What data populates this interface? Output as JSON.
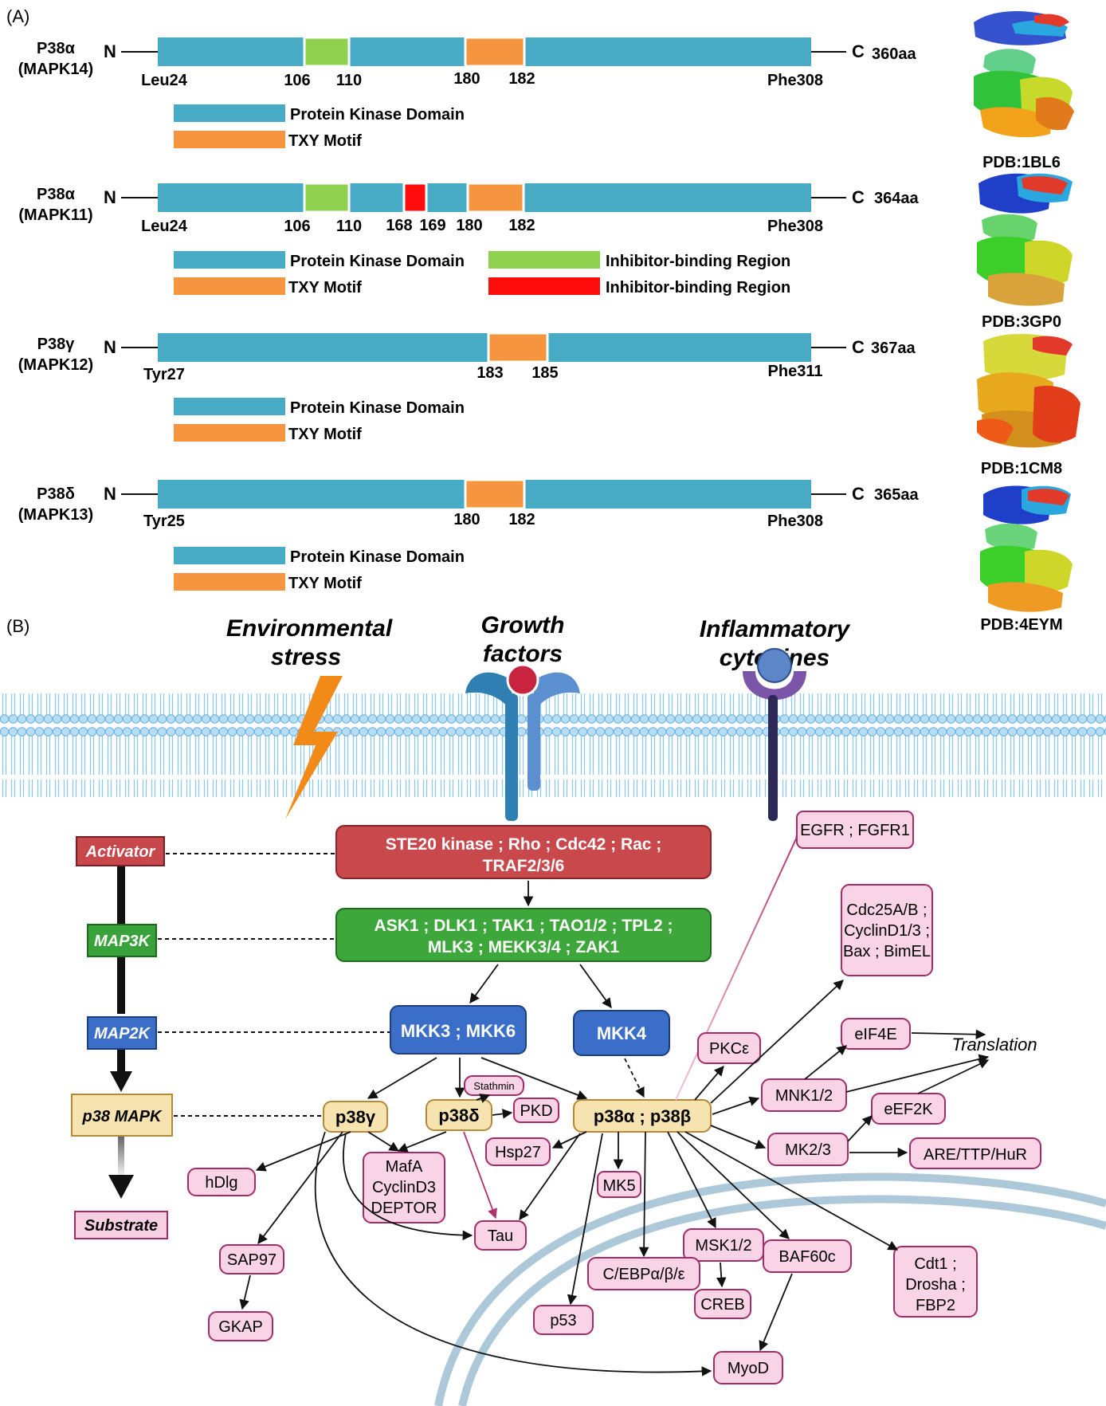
{
  "panel_a": {
    "label": "(A)",
    "legend_labels": {
      "domain": "Protein Kinase Domain",
      "txy": "TXY Motif",
      "inhibitor_green": "Inhibitor-binding Region",
      "inhibitor_red": "Inhibitor-binding Region"
    },
    "proteins": [
      {
        "name": "P38α",
        "gene": "(MAPK14)",
        "n": "N",
        "c": "C",
        "length": "360aa",
        "start_label": "Leu24",
        "end_label": "Phe308",
        "positions": [
          "106",
          "110",
          "180",
          "182"
        ],
        "pdb": "PDB:1BL6"
      },
      {
        "name": "P38α",
        "gene": "(MAPK11)",
        "n": "N",
        "c": "C",
        "length": "364aa",
        "start_label": "Leu24",
        "end_label": "Phe308",
        "positions": [
          "106",
          "110",
          "168",
          "169",
          "180",
          "182"
        ],
        "pdb": "PDB:3GP0"
      },
      {
        "name": "P38γ",
        "gene": "(MAPK12)",
        "n": "N",
        "c": "C",
        "length": "367aa",
        "start_label": "Tyr27",
        "end_label": "Phe311",
        "positions": [
          "183",
          "185"
        ],
        "pdb": "PDB:1CM8"
      },
      {
        "name": "P38δ",
        "gene": "(MAPK13)",
        "n": "N",
        "c": "C",
        "length": "365aa",
        "start_label": "Tyr25",
        "end_label": "Phe308",
        "positions": [
          "180",
          "182"
        ],
        "pdb": "PDB:4EYM"
      }
    ]
  },
  "panel_b": {
    "label": "(B)",
    "stimuli": {
      "env_line1": "Environmental",
      "env_line2": "stress",
      "growth_line1": "Growth",
      "growth_line2": "factors",
      "inflam_line1": "Inflammatory",
      "inflam_line2": "cytokines"
    },
    "tiers": {
      "activator": "Activator",
      "map3k": "MAP3K",
      "map2k": "MAP2K",
      "p38": "p38 MAPK",
      "substrate": "Substrate"
    },
    "cascade": {
      "activator_line1": "STE20 kinase ; Rho ; Cdc42 ; Rac ;",
      "activator_line2": "TRAF2/3/6",
      "map3k_line1": "ASK1 ; DLK1 ; TAK1 ; TAO1/2 ; TPL2 ;",
      "map3k_line2": "MLK3 ; MEKK3/4 ; ZAK1",
      "mkk36": "MKK3 ; MKK6",
      "mkk4": "MKK4",
      "p38g": "p38γ",
      "p38d": "p38δ",
      "p38ab": "p38α  ;  p38β"
    },
    "substrates": {
      "egfr": "EGFR ; FGFR1",
      "cdc25_l1": "Cdc25A/B ;",
      "cdc25_l2": "CyclinD1/3 ;",
      "cdc25_l3": "Bax ; BimEL",
      "pkce": "PKCε",
      "eif4e": "eIF4E",
      "translation": "Translation",
      "mnk": "MNK1/2",
      "eef2k": "eEF2K",
      "mk23": "MK2/3",
      "are": "ARE/TTP/HuR",
      "stathmin": "Stathmin",
      "pkd": "PKD",
      "hsp27": "Hsp27",
      "mafa_l1": "MafA",
      "mafa_l2": "CyclinD3",
      "mafa_l3": "DEPTOR",
      "hdlg": "hDlg",
      "mk5": "MK5",
      "tau": "Tau",
      "sap97": "SAP97",
      "gkap": "GKAP",
      "msk": "MSK1/2",
      "baf": "BAF60c",
      "cdt_l1": "Cdt1 ;",
      "cdt_l2": "Drosha ;",
      "cdt_l3": "FBP2",
      "cebp": "C/EBPα/β/ε",
      "creb": "CREB",
      "p53": "p53",
      "myod": "MyoD"
    }
  }
}
